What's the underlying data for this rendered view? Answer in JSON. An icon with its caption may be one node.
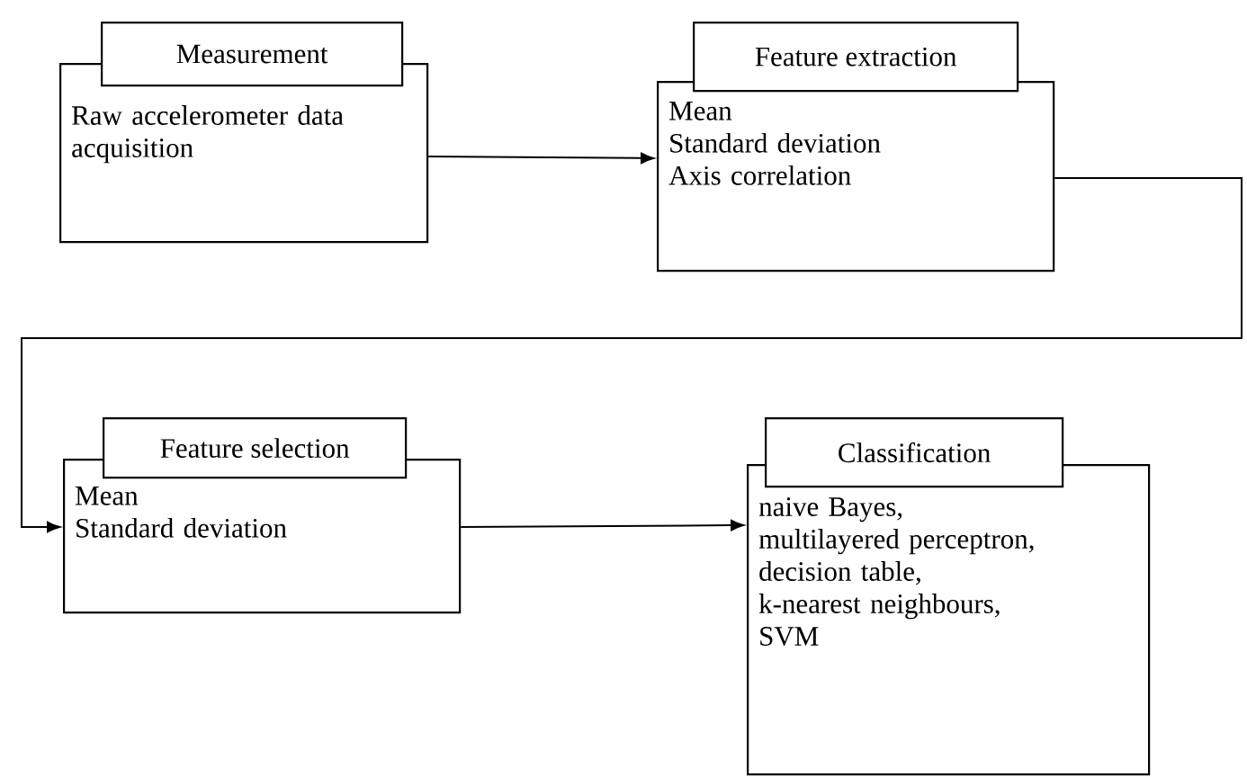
{
  "diagram": {
    "nodes": [
      {
        "text": [
          "Measurement",
          "Raw accelerometer data acquisition"
        ]
      },
      {
        "text": [
          "Feature extraction",
          "Mean",
          "Standard deviation",
          "Axis correlation"
        ]
      },
      {
        "text": [
          "Feature selection",
          "Mean",
          "Standard deviation"
        ]
      },
      {
        "text": [
          "Classification",
          "naive Bayes,",
          "multilayered perceptron,",
          "decision table,",
          "k-nearest neighbours,",
          "SVM"
        ]
      }
    ],
    "edges": [
      {
        "from": 0,
        "to": 1,
        "arrow": "to"
      },
      {
        "from": 1,
        "to": 2,
        "arrow": "to"
      },
      {
        "from": 2,
        "to": 3,
        "arrow": "to"
      }
    ]
  }
}
